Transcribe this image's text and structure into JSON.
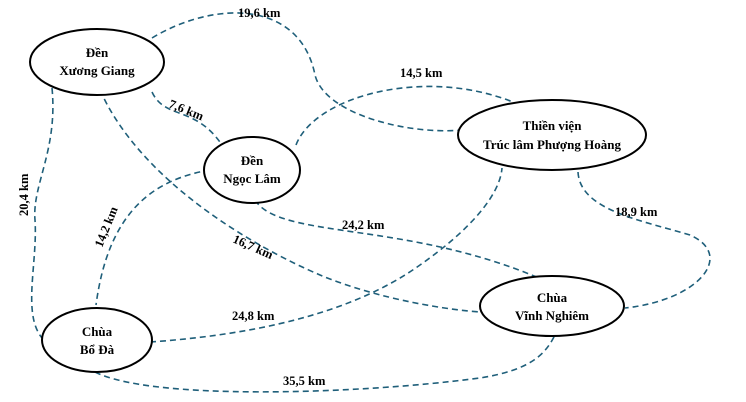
{
  "colors": {
    "edge": "#1f5f7a",
    "node_border": "#000000",
    "text": "#000000",
    "background": "#ffffff"
  },
  "nodes": {
    "xuong_giang": {
      "line1": "Đền",
      "line2": "Xương Giang"
    },
    "ngoc_lam": {
      "line1": "Đền",
      "line2": "Ngọc Lâm"
    },
    "phuong_hoang": {
      "line1": "Thiền viện",
      "line2": "Trúc lâm Phượng Hoàng"
    },
    "vinh_nghiem": {
      "line1": "Chùa",
      "line2": "Vĩnh Nghiêm"
    },
    "bo_da": {
      "line1": "Chùa",
      "line2": "Bổ Đà"
    }
  },
  "edges": {
    "xuong_giang_phuong_hoang": "19,6 km",
    "ngoc_lam_phuong_hoang": "14,5 km",
    "xuong_giang_ngoc_lam": "7,6 km",
    "xuong_giang_bo_da": "20,4 km",
    "phuong_hoang_vinh_nghiem": "18,9 km",
    "ngoc_lam_bo_da": "14,2 km",
    "ngoc_lam_vinh_nghiem": "24,2 km",
    "xuong_giang_vinh_nghiem": "16,7 km",
    "bo_da_phuong_hoang": "24,8 km",
    "bo_da_vinh_nghiem": "35,5 km"
  }
}
